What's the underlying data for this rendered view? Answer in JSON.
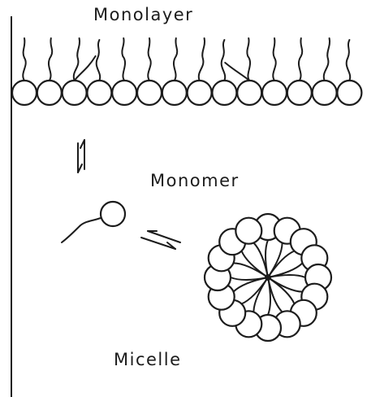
{
  "labels": {
    "monolayer": "Monolayer",
    "monomer": "Monomer",
    "micelle": "Micelle"
  },
  "colors": {
    "ink": "#1c1c1c",
    "background": "#ffffff"
  },
  "diagram": {
    "monolayer_head_count": 14,
    "micelle_head_count": 16
  }
}
